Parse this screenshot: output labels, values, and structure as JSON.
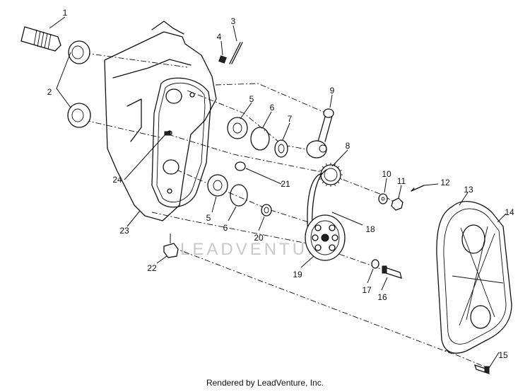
{
  "callouts": [
    {
      "id": "1",
      "label": "1"
    },
    {
      "id": "2",
      "label": "2"
    },
    {
      "id": "3",
      "label": "3"
    },
    {
      "id": "4",
      "label": "4"
    },
    {
      "id": "5a",
      "label": "5"
    },
    {
      "id": "5b",
      "label": "5"
    },
    {
      "id": "6a",
      "label": "6"
    },
    {
      "id": "6b",
      "label": "6"
    },
    {
      "id": "7",
      "label": "7"
    },
    {
      "id": "8",
      "label": "8"
    },
    {
      "id": "9",
      "label": "9"
    },
    {
      "id": "10",
      "label": "10"
    },
    {
      "id": "11",
      "label": "11"
    },
    {
      "id": "12",
      "label": "12"
    },
    {
      "id": "13",
      "label": "13"
    },
    {
      "id": "14",
      "label": "14"
    },
    {
      "id": "15",
      "label": "15"
    },
    {
      "id": "16",
      "label": "16"
    },
    {
      "id": "17",
      "label": "17"
    },
    {
      "id": "18",
      "label": "18"
    },
    {
      "id": "19",
      "label": "19"
    },
    {
      "id": "20",
      "label": "20"
    },
    {
      "id": "21",
      "label": "21"
    },
    {
      "id": "22",
      "label": "22"
    },
    {
      "id": "23",
      "label": "23"
    },
    {
      "id": "24",
      "label": "24"
    }
  ],
  "watermark": "LEADVENTURE",
  "footer": "Rendered by LeadVenture, Inc."
}
